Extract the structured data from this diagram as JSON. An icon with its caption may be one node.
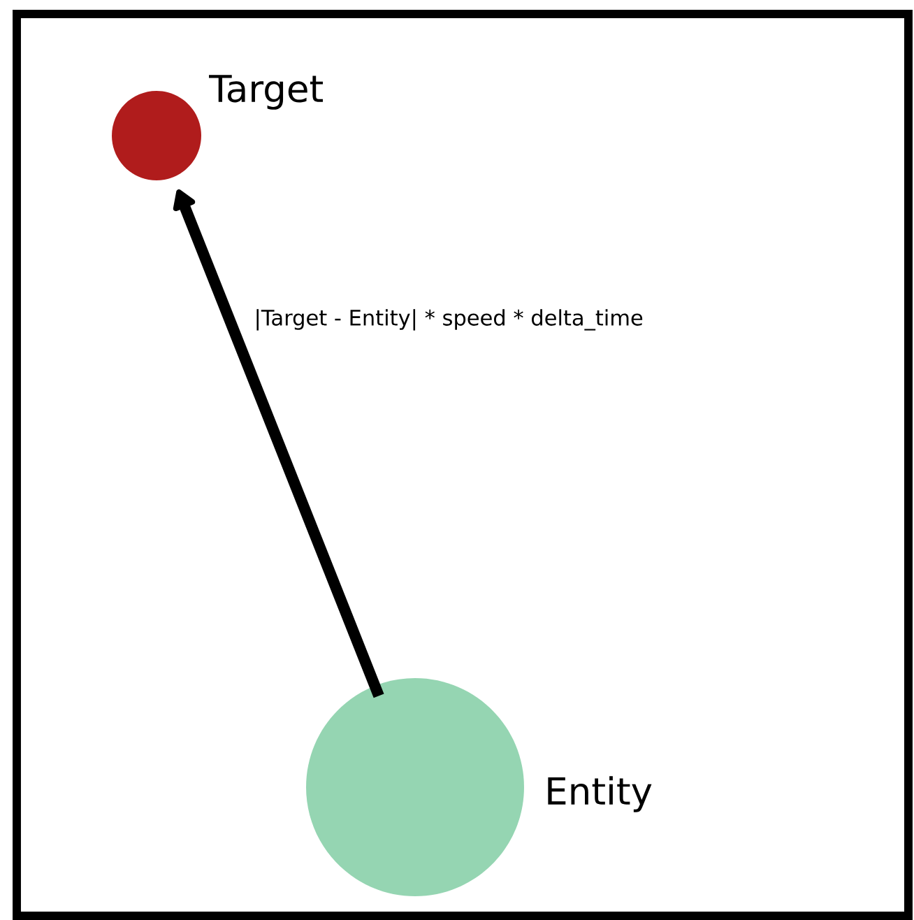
{
  "diagram": {
    "nodes": [
      {
        "text": [],
        "shape": "circle",
        "beside": [
          "Target"
        ]
      },
      {
        "text": [],
        "shape": "circle",
        "beside": [
          "Entity"
        ]
      }
    ],
    "edges": [
      {
        "from": 1,
        "to": 0,
        "arrow": "to",
        "label": "|Target - Entity| * speed * delta_time"
      }
    ]
  }
}
